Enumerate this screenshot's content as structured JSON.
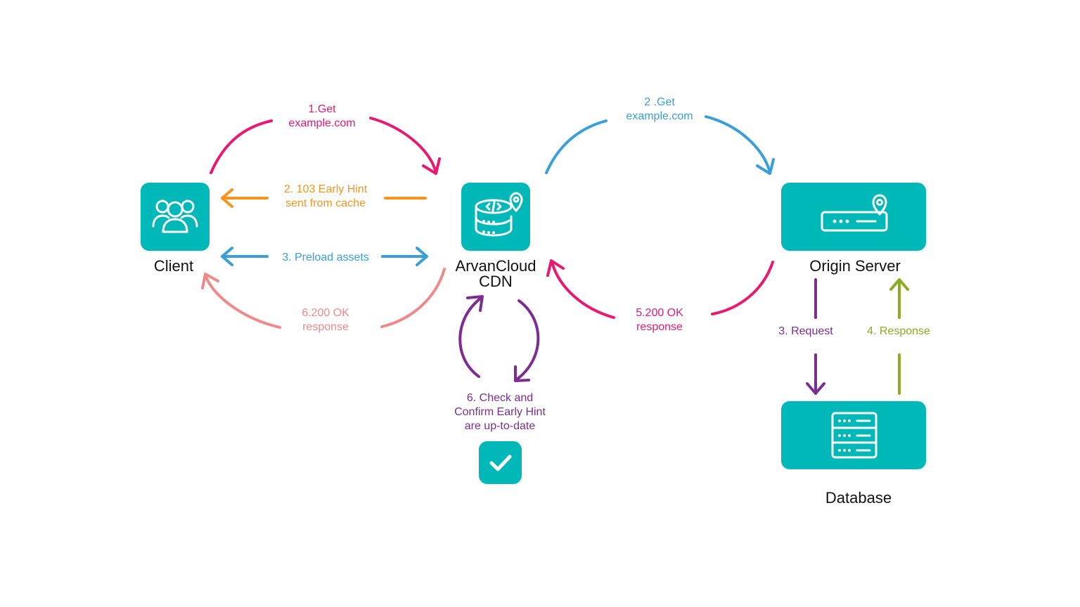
{
  "colors": {
    "node": "#00b8b8",
    "pink": "#e8196f",
    "orange": "#f7941d",
    "blue": "#3a9fd8",
    "salmon": "#f08a8a",
    "purple": "#7b2d91",
    "green": "#8cac1f"
  },
  "nodes": {
    "client": {
      "label": "Client",
      "icon": "users-icon"
    },
    "cdn": {
      "label_line1": "ArvanCloud",
      "label_line2": "CDN",
      "icon": "database-code-icon"
    },
    "origin": {
      "label": "Origin Server",
      "icon": "server-location-icon"
    },
    "database": {
      "label": "Database",
      "icon": "server-rack-icon"
    },
    "check": {
      "icon": "checkmark-icon"
    }
  },
  "edges": {
    "step1": {
      "line1": "1.Get",
      "line2": "example.com"
    },
    "step2_cdn": {
      "line1": "2 .Get",
      "line2": "example.com"
    },
    "step2_hint": {
      "line1": "2. 103 Early Hint",
      "line2": "sent from cache"
    },
    "step3_preload": {
      "line1": "3. Preload assets"
    },
    "step6_ok": {
      "line1": "6.200 OK",
      "line2": "response"
    },
    "step5_ok": {
      "line1": "5.200 OK",
      "line2": "response"
    },
    "step6_check": {
      "line1": "6. Check and",
      "line2": "Confirm Early Hint",
      "line3": "are up-to-date"
    },
    "step3_request": {
      "line1": "3. Request"
    },
    "step4_response": {
      "line1": "4. Response"
    }
  }
}
